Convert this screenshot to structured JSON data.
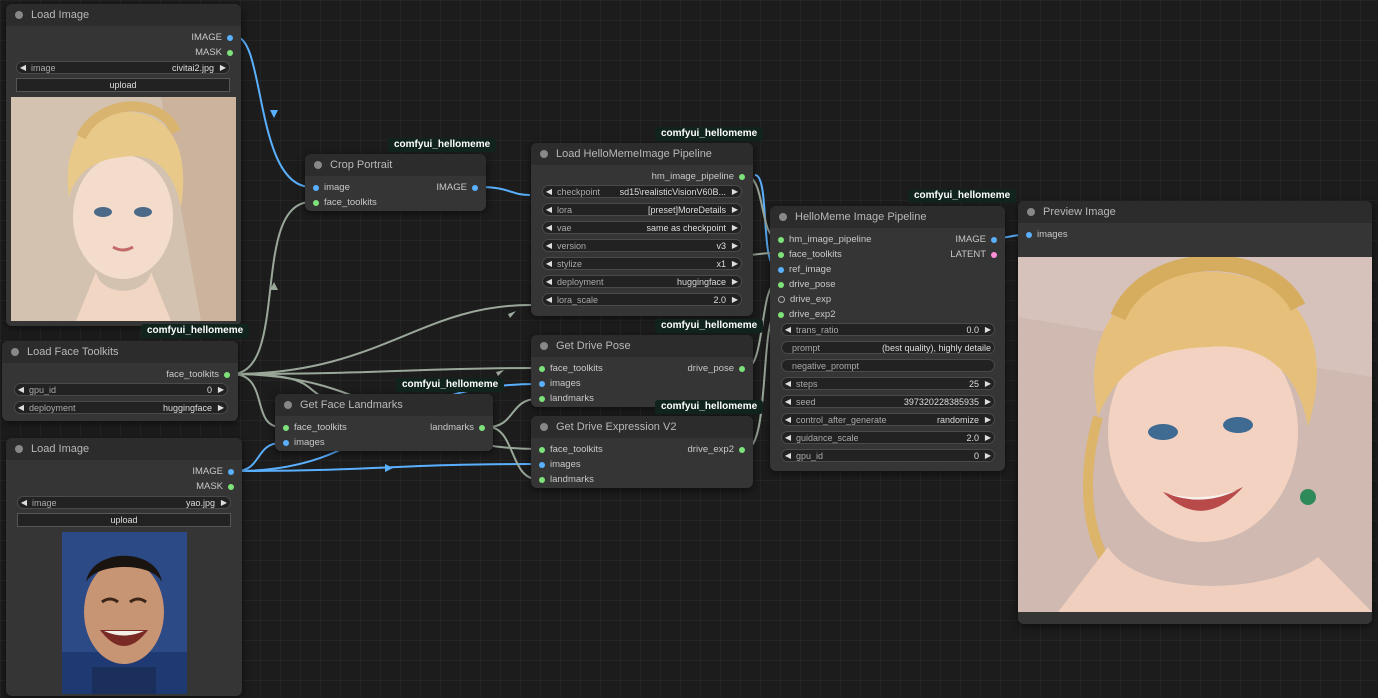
{
  "tag_label": "comfyui_hellomeme",
  "nodes": {
    "load_image_1": {
      "title": "Load Image",
      "outputs": [
        "IMAGE",
        "MASK"
      ],
      "image_widget": {
        "label": "image",
        "value": "civitai2.jpg"
      },
      "upload_label": "upload"
    },
    "load_face_toolkits": {
      "title": "Load Face Toolkits",
      "outputs": [
        "face_toolkits"
      ],
      "widgets": [
        {
          "label": "gpu_id",
          "value": "0"
        },
        {
          "label": "deployment",
          "value": "huggingface"
        }
      ]
    },
    "load_image_2": {
      "title": "Load Image",
      "outputs": [
        "IMAGE",
        "MASK"
      ],
      "image_widget": {
        "label": "image",
        "value": "yao.jpg"
      },
      "upload_label": "upload"
    },
    "crop_portrait": {
      "title": "Crop Portrait",
      "inputs": [
        "image",
        "face_toolkits"
      ],
      "outputs": [
        "IMAGE"
      ]
    },
    "get_face_landmarks": {
      "title": "Get Face Landmarks",
      "inputs": [
        "face_toolkits",
        "images"
      ],
      "outputs": [
        "landmarks"
      ]
    },
    "load_pipeline": {
      "title": "Load HelloMemeImage Pipeline",
      "outputs": [
        "hm_image_pipeline"
      ],
      "widgets": [
        {
          "label": "checkpoint",
          "value": "sd15\\realisticVisionV60B..."
        },
        {
          "label": "lora",
          "value": "[preset]MoreDetails"
        },
        {
          "label": "vae",
          "value": "same as checkpoint"
        },
        {
          "label": "version",
          "value": "v3"
        },
        {
          "label": "stylize",
          "value": "x1"
        },
        {
          "label": "deployment",
          "value": "huggingface"
        },
        {
          "label": "lora_scale",
          "value": "2.0"
        }
      ]
    },
    "get_drive_pose": {
      "title": "Get Drive Pose",
      "inputs": [
        "face_toolkits",
        "images",
        "landmarks"
      ],
      "outputs": [
        "drive_pose"
      ]
    },
    "get_drive_expression": {
      "title": "Get Drive Expression V2",
      "inputs": [
        "face_toolkits",
        "images",
        "landmarks"
      ],
      "outputs": [
        "drive_exp2"
      ]
    },
    "hellomeme_pipeline": {
      "title": "HelloMeme Image Pipeline",
      "inputs": [
        "hm_image_pipeline",
        "face_toolkits",
        "ref_image",
        "drive_pose",
        "drive_exp",
        "drive_exp2"
      ],
      "outputs": [
        "IMAGE",
        "LATENT"
      ],
      "widgets": [
        {
          "label": "trans_ratio",
          "value": "0.0"
        },
        {
          "label": "prompt",
          "value": "(best quality), highly detaile"
        },
        {
          "label": "negative_prompt",
          "value": ""
        },
        {
          "label": "steps",
          "value": "25"
        },
        {
          "label": "seed",
          "value": "397320228385935"
        },
        {
          "label": "control_after_generate",
          "value": "randomize"
        },
        {
          "label": "guidance_scale",
          "value": "2.0"
        },
        {
          "label": "gpu_id",
          "value": "0"
        }
      ]
    },
    "preview_image": {
      "title": "Preview Image",
      "inputs": [
        "images"
      ]
    }
  },
  "colors": {
    "image_link": "#5ab0ff",
    "other_link": "#9aa89a",
    "tag_bg": "#10241d",
    "node_bg": "#353535",
    "title_bg": "#2c2c2c"
  }
}
